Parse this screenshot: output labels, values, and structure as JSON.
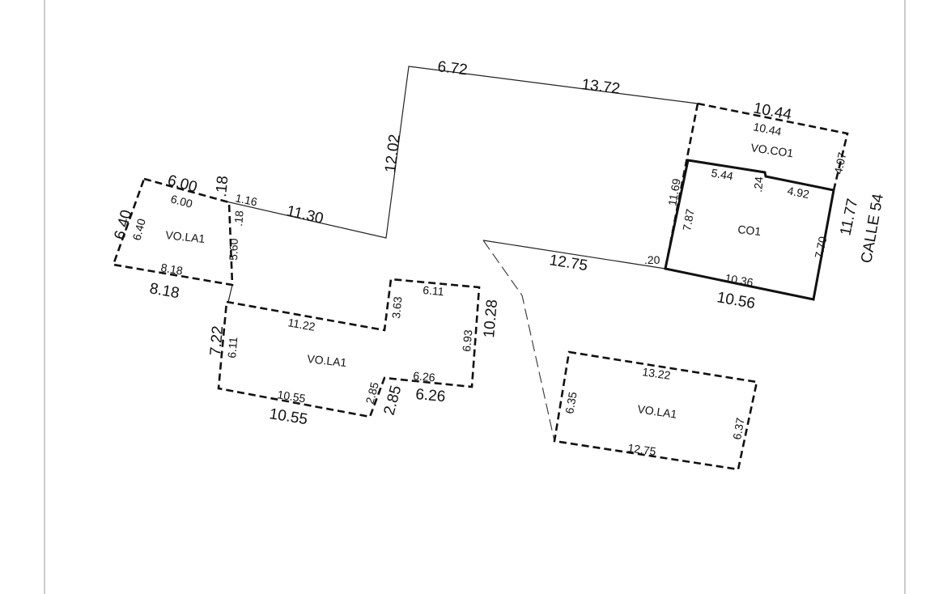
{
  "boundary": {
    "top1": "6.72",
    "top2": "13.72",
    "left_vert": "12.02",
    "mid": "11.30",
    "lower": "12.75",
    "small_20": ".20"
  },
  "vo_la1_left": {
    "name": "VO.LA1",
    "top_outer": "6.00",
    "top_inner": "6.00",
    "left_outer": "6.40",
    "left_inner": "6.40",
    "bottom_outer": "8.18",
    "bottom_inner": "8.18",
    "right": "5.60",
    "offset_a": ".18",
    "offset_b": ".18",
    "offset_c": "1.16"
  },
  "vo_la1_mid": {
    "name": "VO.LA1",
    "left_outer": "7.22",
    "left_inner": "6.11",
    "top": "11.22",
    "notch": "3.63",
    "top_right": "6.11",
    "right_inner": "6.93",
    "right_outer": "10.28",
    "step_inner": "6.26",
    "step_outer": "6.26",
    "step_v_inner": "2.85",
    "step_v_outer": "2.85",
    "bottom_inner": "10.55",
    "bottom_outer": "10.55"
  },
  "vo_la1_right": {
    "name": "VO.LA1",
    "top": "13.22",
    "left": "6.35",
    "right": "6.37",
    "bottom": "12.75"
  },
  "vo_co1": {
    "name": "VO.CO1",
    "top_outer": "10.44",
    "top_inner": "10.44",
    "right": "4.07",
    "left": "11.69"
  },
  "co1": {
    "name": "CO1",
    "top_left": "5.44",
    "jog": ".24",
    "top_right": "4.92",
    "left": "7.87",
    "right_inner": "7.70",
    "right_outer": "11.77",
    "bottom_inner": "10.36",
    "bottom_outer": "10.56"
  },
  "street": "CALLE 54"
}
